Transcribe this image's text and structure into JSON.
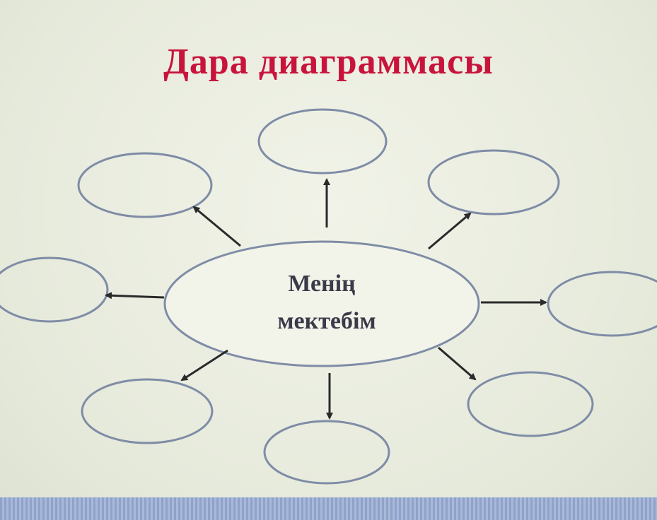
{
  "title": "Дара диаграммасы",
  "center": {
    "line1": "Менің",
    "line2": "мектебім"
  },
  "colors": {
    "title": "#c8143c",
    "outline": "#7f8ca6",
    "arrow": "#2a2a2a"
  }
}
